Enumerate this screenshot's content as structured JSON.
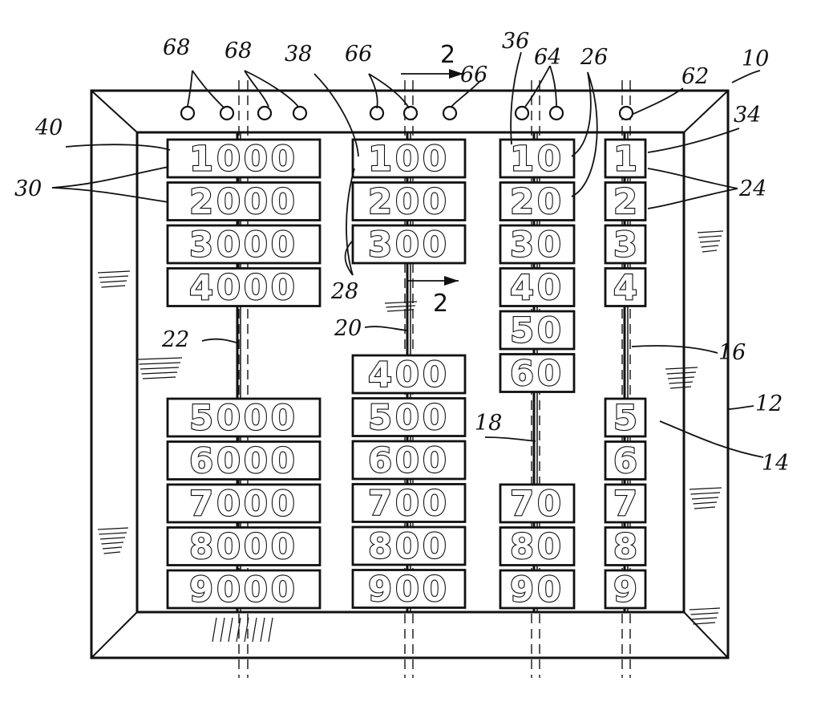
{
  "figure": {
    "reference_numerals": {
      "n10": "10",
      "n12": "12",
      "n14": "14",
      "n16": "16",
      "n18": "18",
      "n20": "20",
      "n22": "22",
      "n24": "24",
      "n26": "26",
      "n28": "28",
      "n30": "30",
      "n34": "34",
      "n36": "36",
      "n38": "38",
      "n40": "40",
      "n62": "62",
      "n64": "64",
      "n66a": "66",
      "n66b": "66",
      "n68a": "68",
      "n68b": "68"
    },
    "section_marks": {
      "top": "2",
      "bottom": "2"
    },
    "columns": {
      "thousands": {
        "upper": [
          "1000",
          "2000",
          "3000",
          "4000"
        ],
        "lower": [
          "5000",
          "6000",
          "7000",
          "8000",
          "9000"
        ]
      },
      "hundreds": {
        "upper": [
          "100",
          "200",
          "300"
        ],
        "lower": [
          "400",
          "500",
          "600",
          "700",
          "800",
          "900"
        ]
      },
      "tens": {
        "upper": [
          "10",
          "20",
          "30",
          "40",
          "50",
          "60"
        ],
        "lower": [
          "70",
          "80",
          "90"
        ]
      },
      "ones": {
        "upper": [
          "1",
          "2",
          "3",
          "4"
        ],
        "lower": [
          "5",
          "6",
          "7",
          "8",
          "9"
        ]
      }
    }
  }
}
